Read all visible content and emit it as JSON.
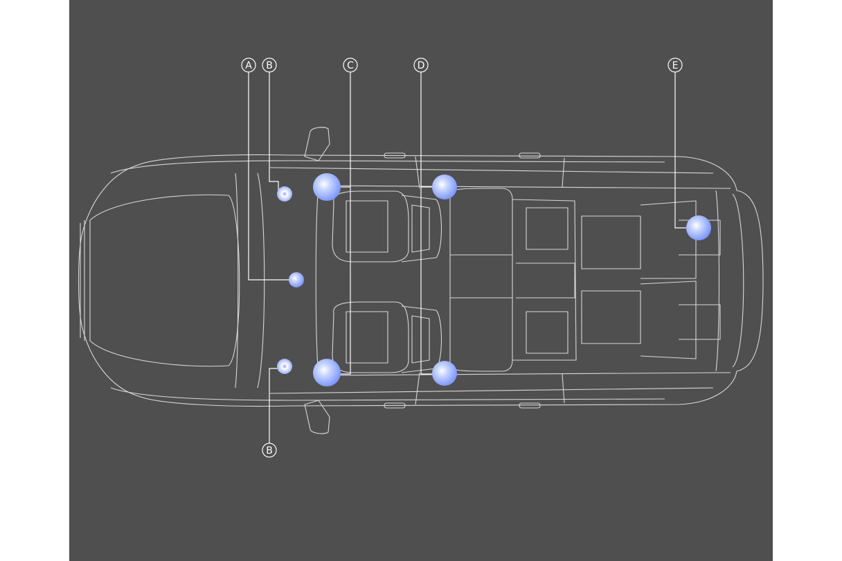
{
  "colors": {
    "background": "#4f4f4f",
    "outline": "#d9d9d9",
    "callout_line": "#ffffff",
    "speaker_core": "#c9d6ff",
    "speaker_glow": "#7f98ff"
  },
  "callouts": [
    {
      "letter": "A"
    },
    {
      "letter": "B"
    },
    {
      "letter": "C"
    },
    {
      "letter": "D"
    },
    {
      "letter": "E"
    },
    {
      "letter": "B"
    }
  ],
  "icons": [
    "speaker-icon",
    "car-outline-icon"
  ]
}
